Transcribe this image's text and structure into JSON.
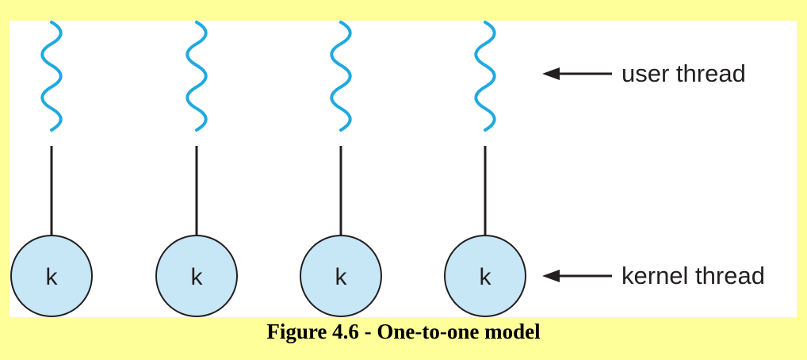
{
  "diagram": {
    "threads": [
      {
        "kernel_label": "k"
      },
      {
        "kernel_label": "k"
      },
      {
        "kernel_label": "k"
      },
      {
        "kernel_label": "k"
      }
    ],
    "user_thread_label": "user thread",
    "kernel_thread_label": "kernel thread",
    "colors": {
      "page_background": "#ffff99",
      "panel_background": "#ffffff",
      "squiggle": "#1fa9e1",
      "kernel_fill": "#c7e6f6",
      "stroke": "#231f20"
    }
  },
  "caption": "Figure 4.6 - One-to-one model"
}
